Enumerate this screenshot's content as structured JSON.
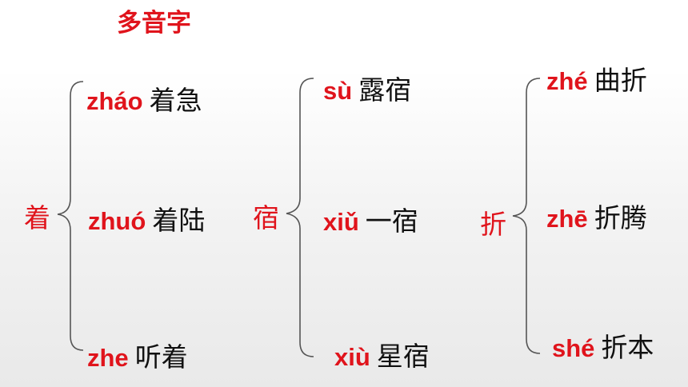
{
  "title": "多音字",
  "groups": [
    {
      "char": "着",
      "readings": [
        {
          "pinyin": "zháo",
          "word": "着急"
        },
        {
          "pinyin": "zhuó",
          "word": "着陆"
        },
        {
          "pinyin": "zhe",
          "word": "听着"
        }
      ]
    },
    {
      "char": "宿",
      "readings": [
        {
          "pinyin": "sù",
          "word": "露宿"
        },
        {
          "pinyin": "xiǔ",
          "word": "一宿"
        },
        {
          "pinyin": "xiù",
          "word": "星宿"
        }
      ]
    },
    {
      "char": "折",
      "readings": [
        {
          "pinyin": "zhé",
          "word": "曲折"
        },
        {
          "pinyin": "zhē",
          "word": "折腾"
        },
        {
          "pinyin": "shé",
          "word": "折本"
        }
      ]
    }
  ],
  "colors": {
    "accent": "#e0141c",
    "text": "#111111",
    "brace": "#555555"
  }
}
